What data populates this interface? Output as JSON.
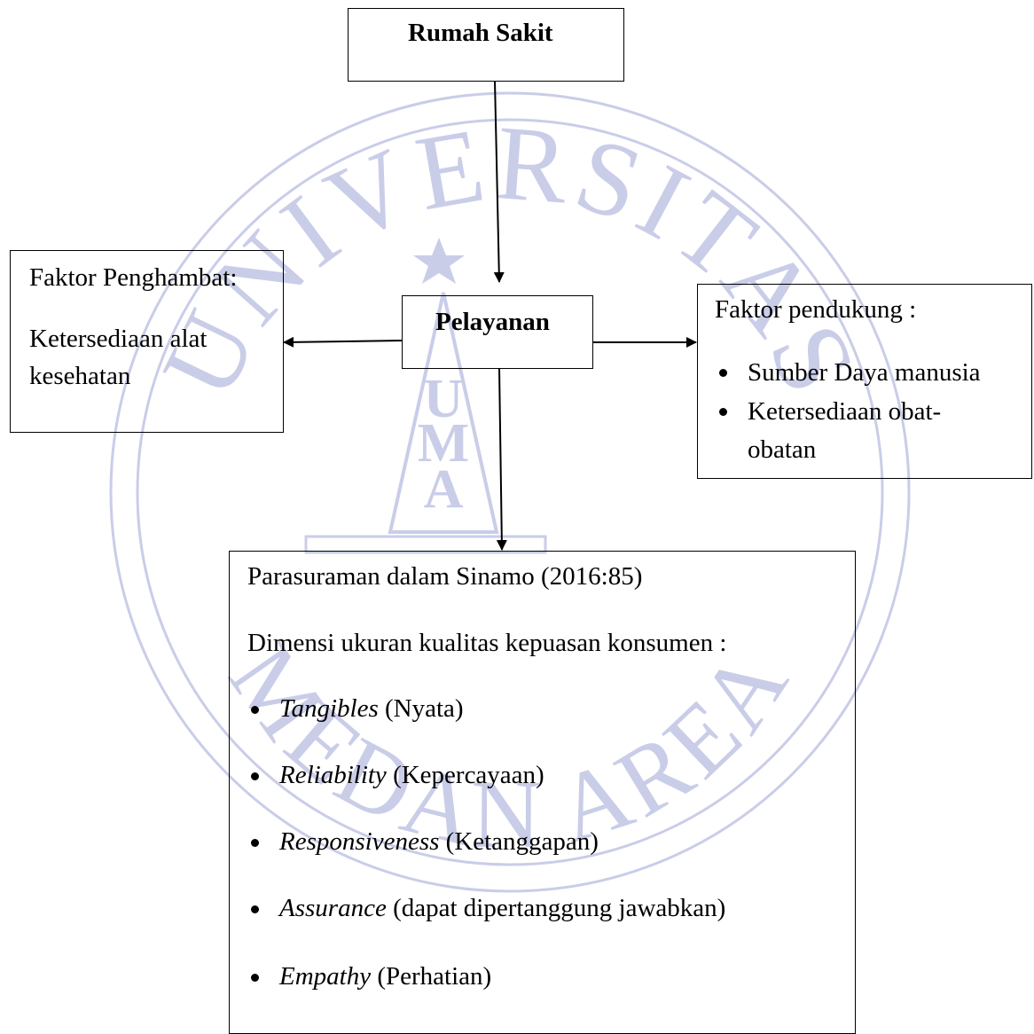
{
  "watermark": {
    "top_text": "UNIVERSITAS",
    "bottom_text": "MEDAN AREA",
    "center_text": [
      "U",
      "M",
      "A"
    ],
    "color": "#c9cde8"
  },
  "boxes": {
    "hospital": {
      "title": "Rumah Sakit"
    },
    "service": {
      "title": "Pelayanan"
    },
    "inhibitor": {
      "heading": "Faktor Penghambat:",
      "line1": "Ketersediaan alat",
      "line2": "kesehatan"
    },
    "supporter": {
      "heading": "Faktor pendukung :",
      "items": [
        "Sumber Daya manusia",
        "Ketersediaan obat-"
      ],
      "continuation": "obatan"
    },
    "dimensions": {
      "source": "Parasuraman dalam Sinamo (2016:85)",
      "heading": "Dimensi ukuran kualitas kepuasan konsumen :",
      "items": [
        {
          "term": "Tangibles",
          "meaning": " (Nyata)"
        },
        {
          "term": "Reliability",
          "meaning": " (Kepercayaan)"
        },
        {
          "term": "Responsiveness",
          "meaning": " (Ketanggapan)"
        },
        {
          "term": "Assurance",
          "meaning": " (dapat dipertanggung jawabkan)"
        },
        {
          "term": "Empathy",
          "meaning": " (Perhatian)"
        }
      ]
    }
  }
}
